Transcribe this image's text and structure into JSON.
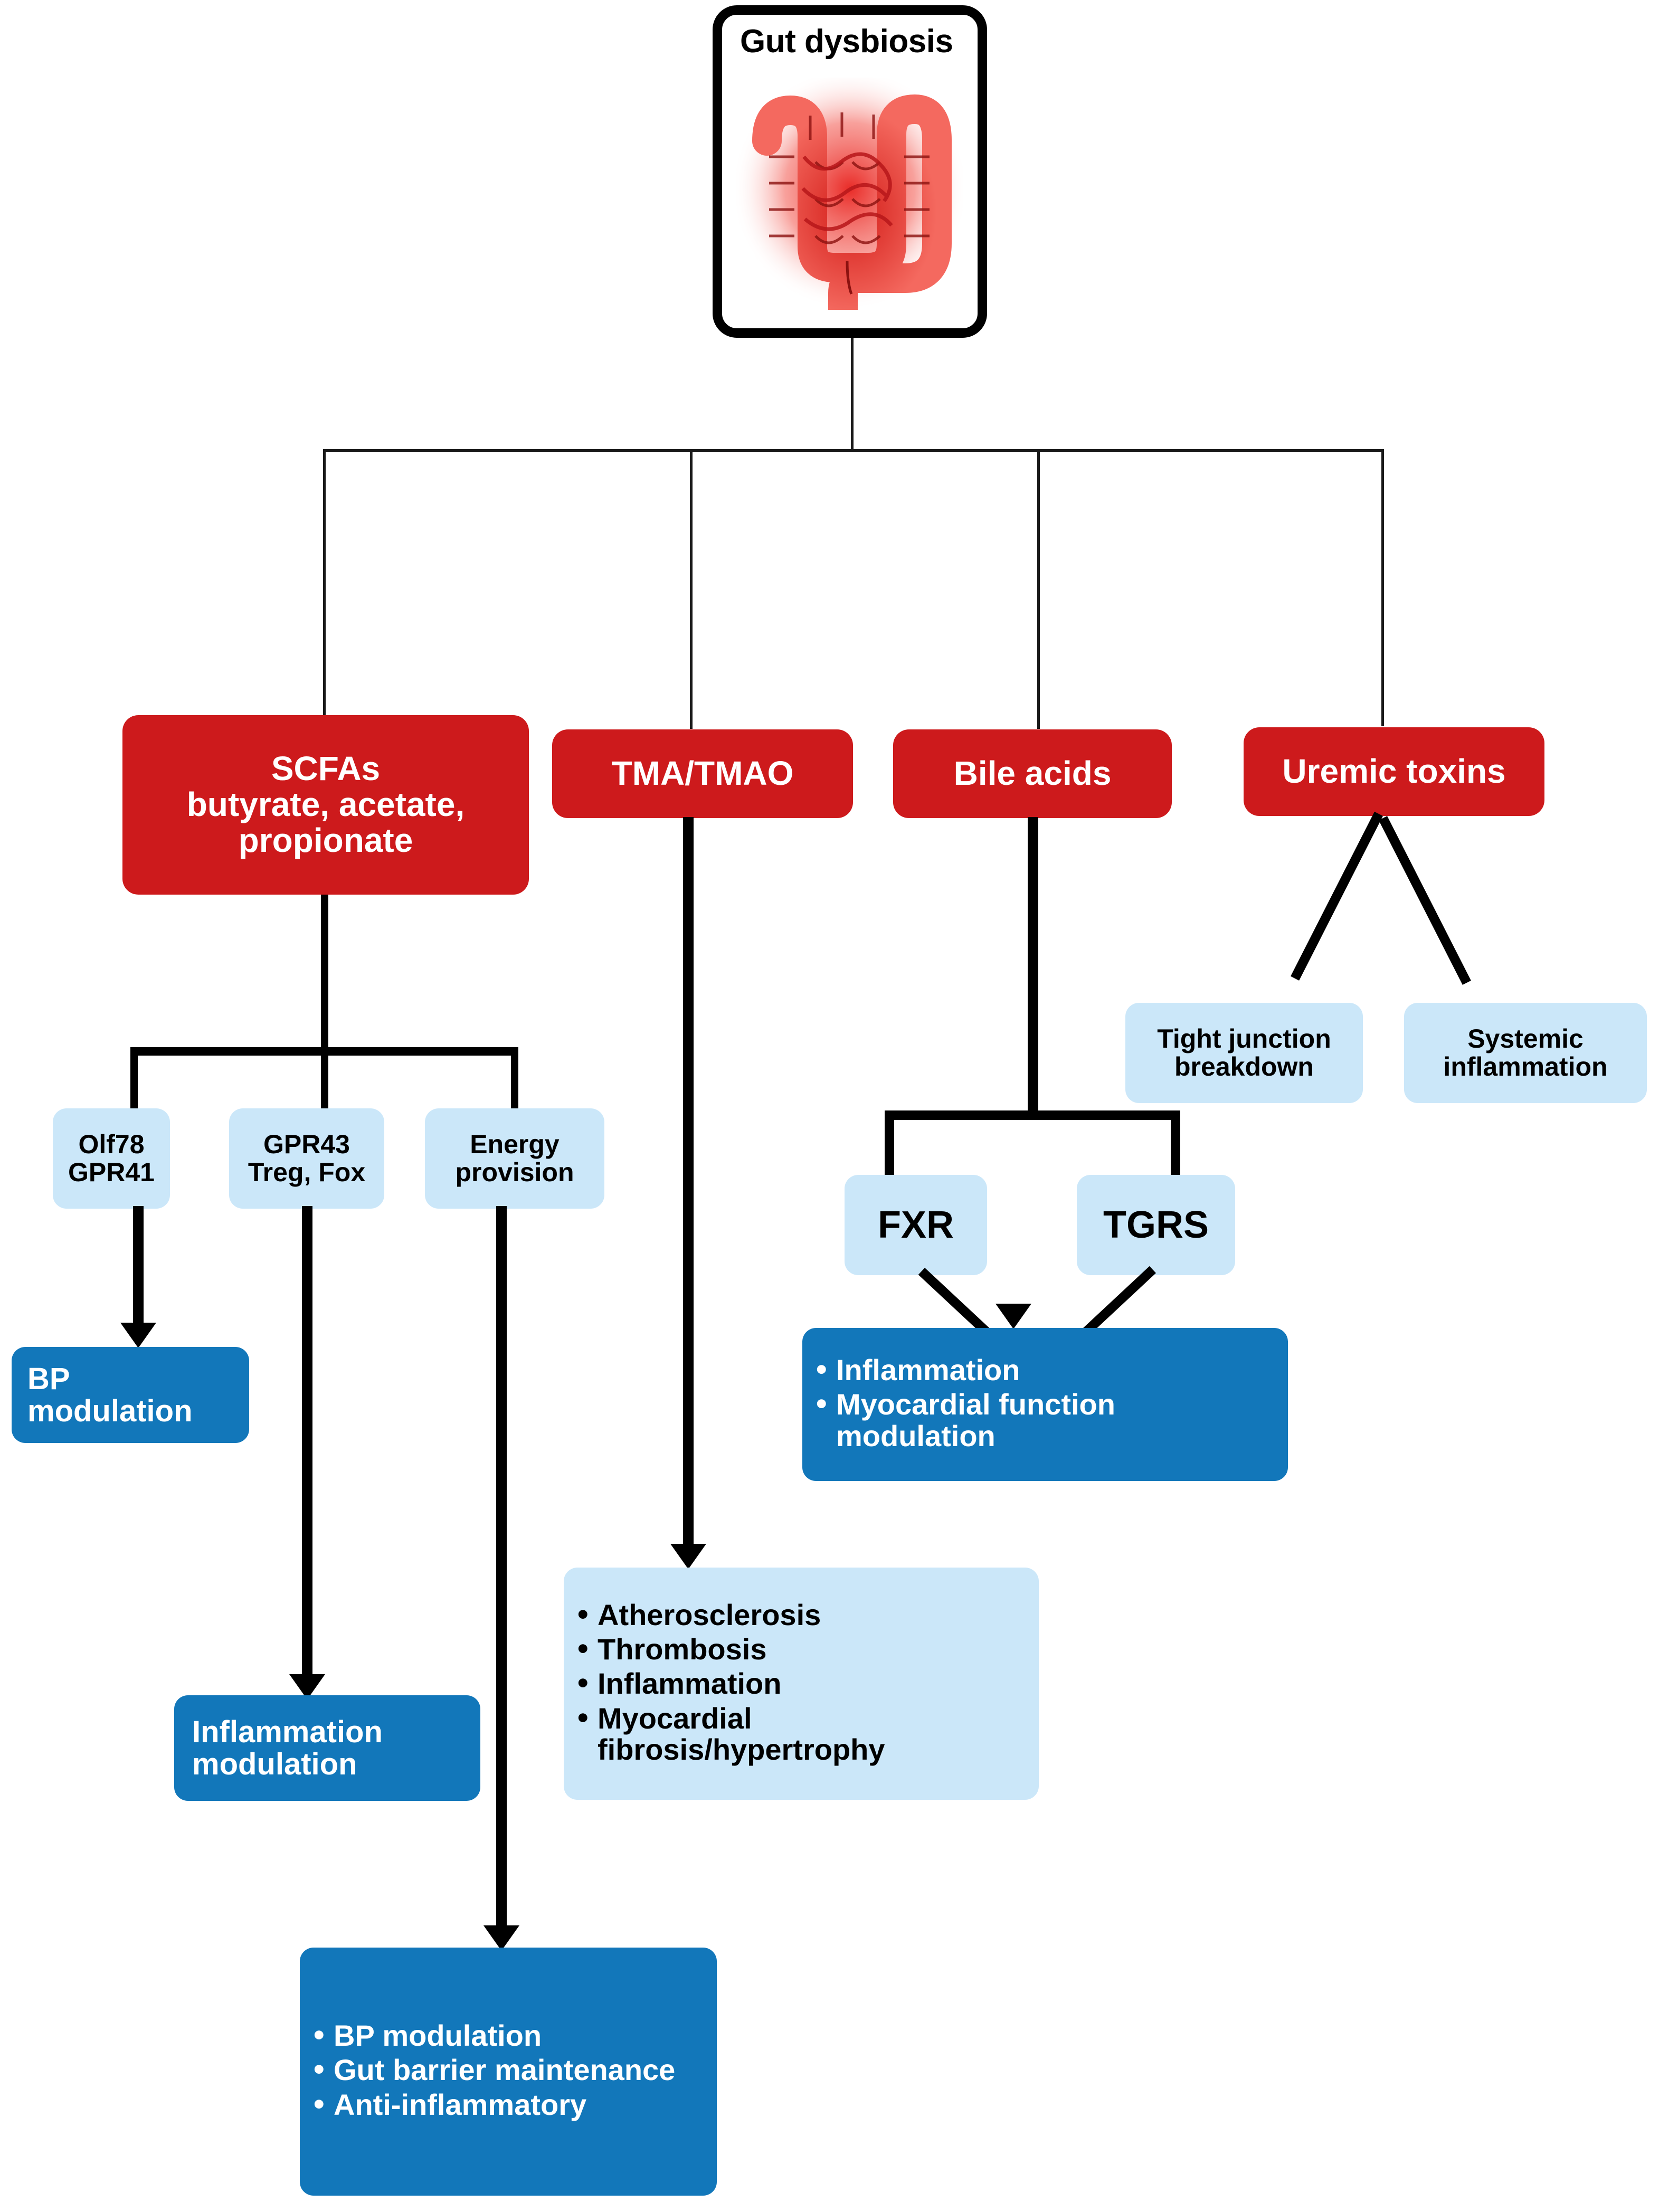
{
  "diagram": {
    "title": "Gut dysbiosis metabolite pathways to cardiovascular outcomes",
    "colors": {
      "red": "#cd1a1c",
      "dark_blue": "#1277ba",
      "light_blue": "#cbe7f9",
      "line": "#000000",
      "background": "#ffffff"
    }
  },
  "root": {
    "label": "Gut dysbiosis",
    "icon": "colon-intestine-icon"
  },
  "metabolites": [
    {
      "id": "scfas",
      "lines": [
        "SCFAs",
        "butyrate, acetate,",
        "propionate"
      ]
    },
    {
      "id": "tmao",
      "lines": [
        "TMA/TMAO"
      ]
    },
    {
      "id": "bile",
      "lines": [
        "Bile acids"
      ]
    },
    {
      "id": "uremic",
      "lines": [
        "Uremic toxins"
      ]
    }
  ],
  "scfa_receptors": [
    {
      "id": "olf78",
      "lines": [
        "Olf78",
        "GPR41"
      ]
    },
    {
      "id": "gpr43",
      "lines": [
        "GPR43",
        "Treg, Fox"
      ]
    },
    {
      "id": "energy",
      "lines": [
        "Energy",
        "provision"
      ]
    }
  ],
  "scfa_outcomes": [
    {
      "id": "bp-modulation",
      "lines": [
        "BP",
        "modulation"
      ]
    },
    {
      "id": "inflammation-modulation",
      "lines": [
        "Inflammation",
        "modulation"
      ]
    },
    {
      "id": "energy-outcomes",
      "bullets": [
        "BP modulation",
        "Gut barrier maintenance",
        "Anti-inflammatory"
      ]
    }
  ],
  "tmao_outcomes": {
    "id": "tmao-outcomes",
    "bullets": [
      "Atherosclerosis",
      "Thrombosis",
      "Inflammation",
      "Myocardial fibrosis/hypertrophy"
    ]
  },
  "bile_receptors": [
    {
      "id": "fxr",
      "label": "FXR"
    },
    {
      "id": "tgrs",
      "label": "TGRS"
    }
  ],
  "bile_outcomes": {
    "id": "bile-outcomes",
    "bullets": [
      "Inflammation",
      "Myocardial function modulation"
    ]
  },
  "uremic_outcomes": [
    {
      "id": "tight-junction-breakdown",
      "lines": [
        "Tight junction",
        "breakdown"
      ]
    },
    {
      "id": "systemic-inflammation",
      "lines": [
        "Systemic",
        "inflammation"
      ]
    }
  ]
}
